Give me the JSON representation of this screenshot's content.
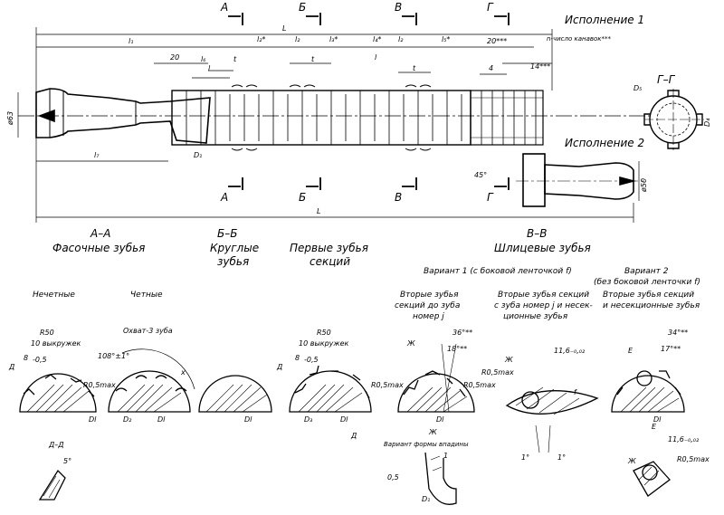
{
  "execution": {
    "one": "Исполнение 1",
    "two": "Исполнение 2"
  },
  "dims": {
    "L": "L",
    "l1": "l₁",
    "l2": "l₂",
    "l2s": "l₂*",
    "l3s": "l₃*",
    "l4s": "l₄*",
    "l5s": "l₅*",
    "l6": "l₆",
    "l7": "l₇",
    "l": "l",
    "t": "t",
    "d20": "20",
    "d20s": "20***",
    "d4": "4",
    "d14s": "14***",
    "n_note": "n-число канавок***",
    "d63": "ø63",
    "d50": "ø50",
    "D1": "D₁",
    "D4": "D₄",
    "D5": "D₅",
    "a45": "45°"
  },
  "cuts": {
    "A": "А",
    "B": "Б",
    "V": "В",
    "G": "Г",
    "GG": "Г–Г"
  },
  "sections": {
    "aa": "А–А",
    "aa_sub": "Фасочные зубья",
    "bb": "Б–Б",
    "bb_sub1": "Круглые",
    "bb_sub2": "зубья",
    "first1": "Первые зубья",
    "first2": "секций",
    "vv": "В–В",
    "vv_sub": "Шлицевые зубья"
  },
  "variants": {
    "v1": "Вариант 1 (с боковой ленточкой f)",
    "v2a": "Вариант 2",
    "v2b": "(без боковой ленточки f)",
    "odd": "Нечетные",
    "even": "Четные",
    "col1a": "Вторые зубья",
    "col1b": "секций до зуба",
    "col1c": "номер j",
    "col2a": "Вторые зубья секций",
    "col2b": "с зуба номер j и несек-",
    "col2c": "ционные зубья",
    "col3a": "Вторые зубья секций",
    "col3b": "и несекционные зубья"
  },
  "detail_dims": {
    "R50": "R50",
    "v10": "10 выкружек",
    "d8": "8",
    "m05": "-0,5",
    "R05": "R0,5max",
    "cover": "Охват-3 зуба",
    "ang108": "108°±1°",
    "x": "x",
    "D": "Д",
    "DD": "Д–Д",
    "a5": "5°",
    "Zh": "Ж",
    "E": "Е",
    "d36": "36°**",
    "d18": "18°**",
    "d34": "34°**",
    "d17": "17°**",
    "d116": "11,6₋₀,₀₂",
    "d1deg": "1°",
    "f": "f",
    "D1": "D₁",
    "D2": "D₂",
    "D3": "D₃",
    "Dl": "Dl",
    "zh_note": "Вариант формы впадины",
    "d05": "0,5",
    "one": "1",
    "D1b": "D₁"
  }
}
